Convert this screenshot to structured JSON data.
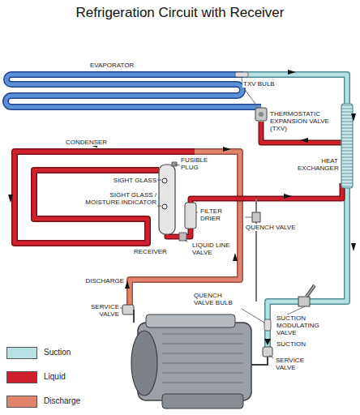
{
  "diagram": {
    "title": "Refrigeration Circuit with Receiver",
    "labels": [
      "EVAPORATOR",
      "TXV BULB",
      "THERMOSTATIC EXPANSION VALVE (TXV)",
      "CONDENSER",
      "HEAT EXCHANGER",
      "FUSIBLE PLUG",
      "SIGHT GLASS",
      "SIGHT GLASS / MOISTURE INDICATOR",
      "FILTER DRIER",
      "QUENCH VALVE",
      "RECEIVER",
      "LIQUID LINE VALVE",
      "DISCHARGE",
      "SERVICE VALVE",
      "QUENCH VALVE BULB",
      "SUCTION MODULATING VALVE",
      "SUCTION",
      "SERVICE VALVE"
    ],
    "legend": [
      {
        "text": "Suction",
        "color": "#b7e0e3"
      },
      {
        "text": "Liquid",
        "color": "#d0202e"
      },
      {
        "text": "Discharge",
        "color": "#e2836e"
      }
    ]
  }
}
